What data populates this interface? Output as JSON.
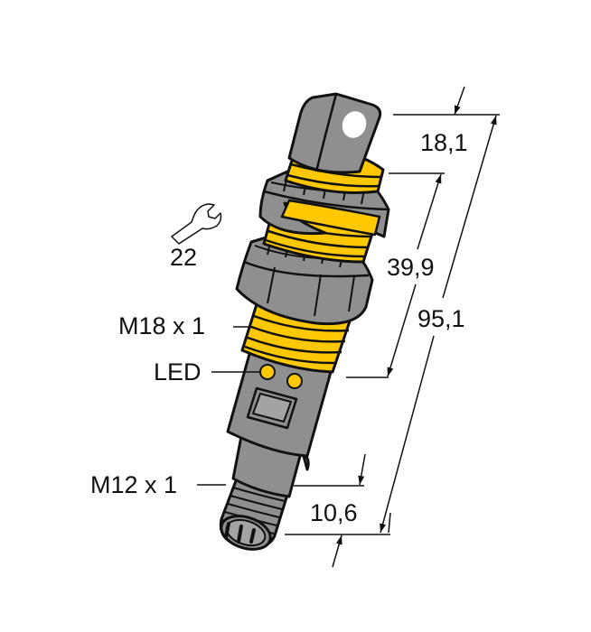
{
  "diagram": {
    "subject": "Cylindrical threaded sensor with M12 connector",
    "colors": {
      "housing": "#8f8f8f",
      "housing_light": "#a3a3a3",
      "thread": "#ffc800",
      "outline": "#111111",
      "led": "#ffc800",
      "background": "#ffffff"
    },
    "labels": {
      "wrench_size": "22",
      "housing_thread": "M18 x 1",
      "led": "LED",
      "connector_thread": "M12 x 1"
    },
    "dimensions": {
      "head_width": "18,1",
      "thread_length": "39,9",
      "total_length": "95,1",
      "connector_length": "10,6"
    },
    "icons": {
      "wrench": "wrench-icon"
    }
  }
}
